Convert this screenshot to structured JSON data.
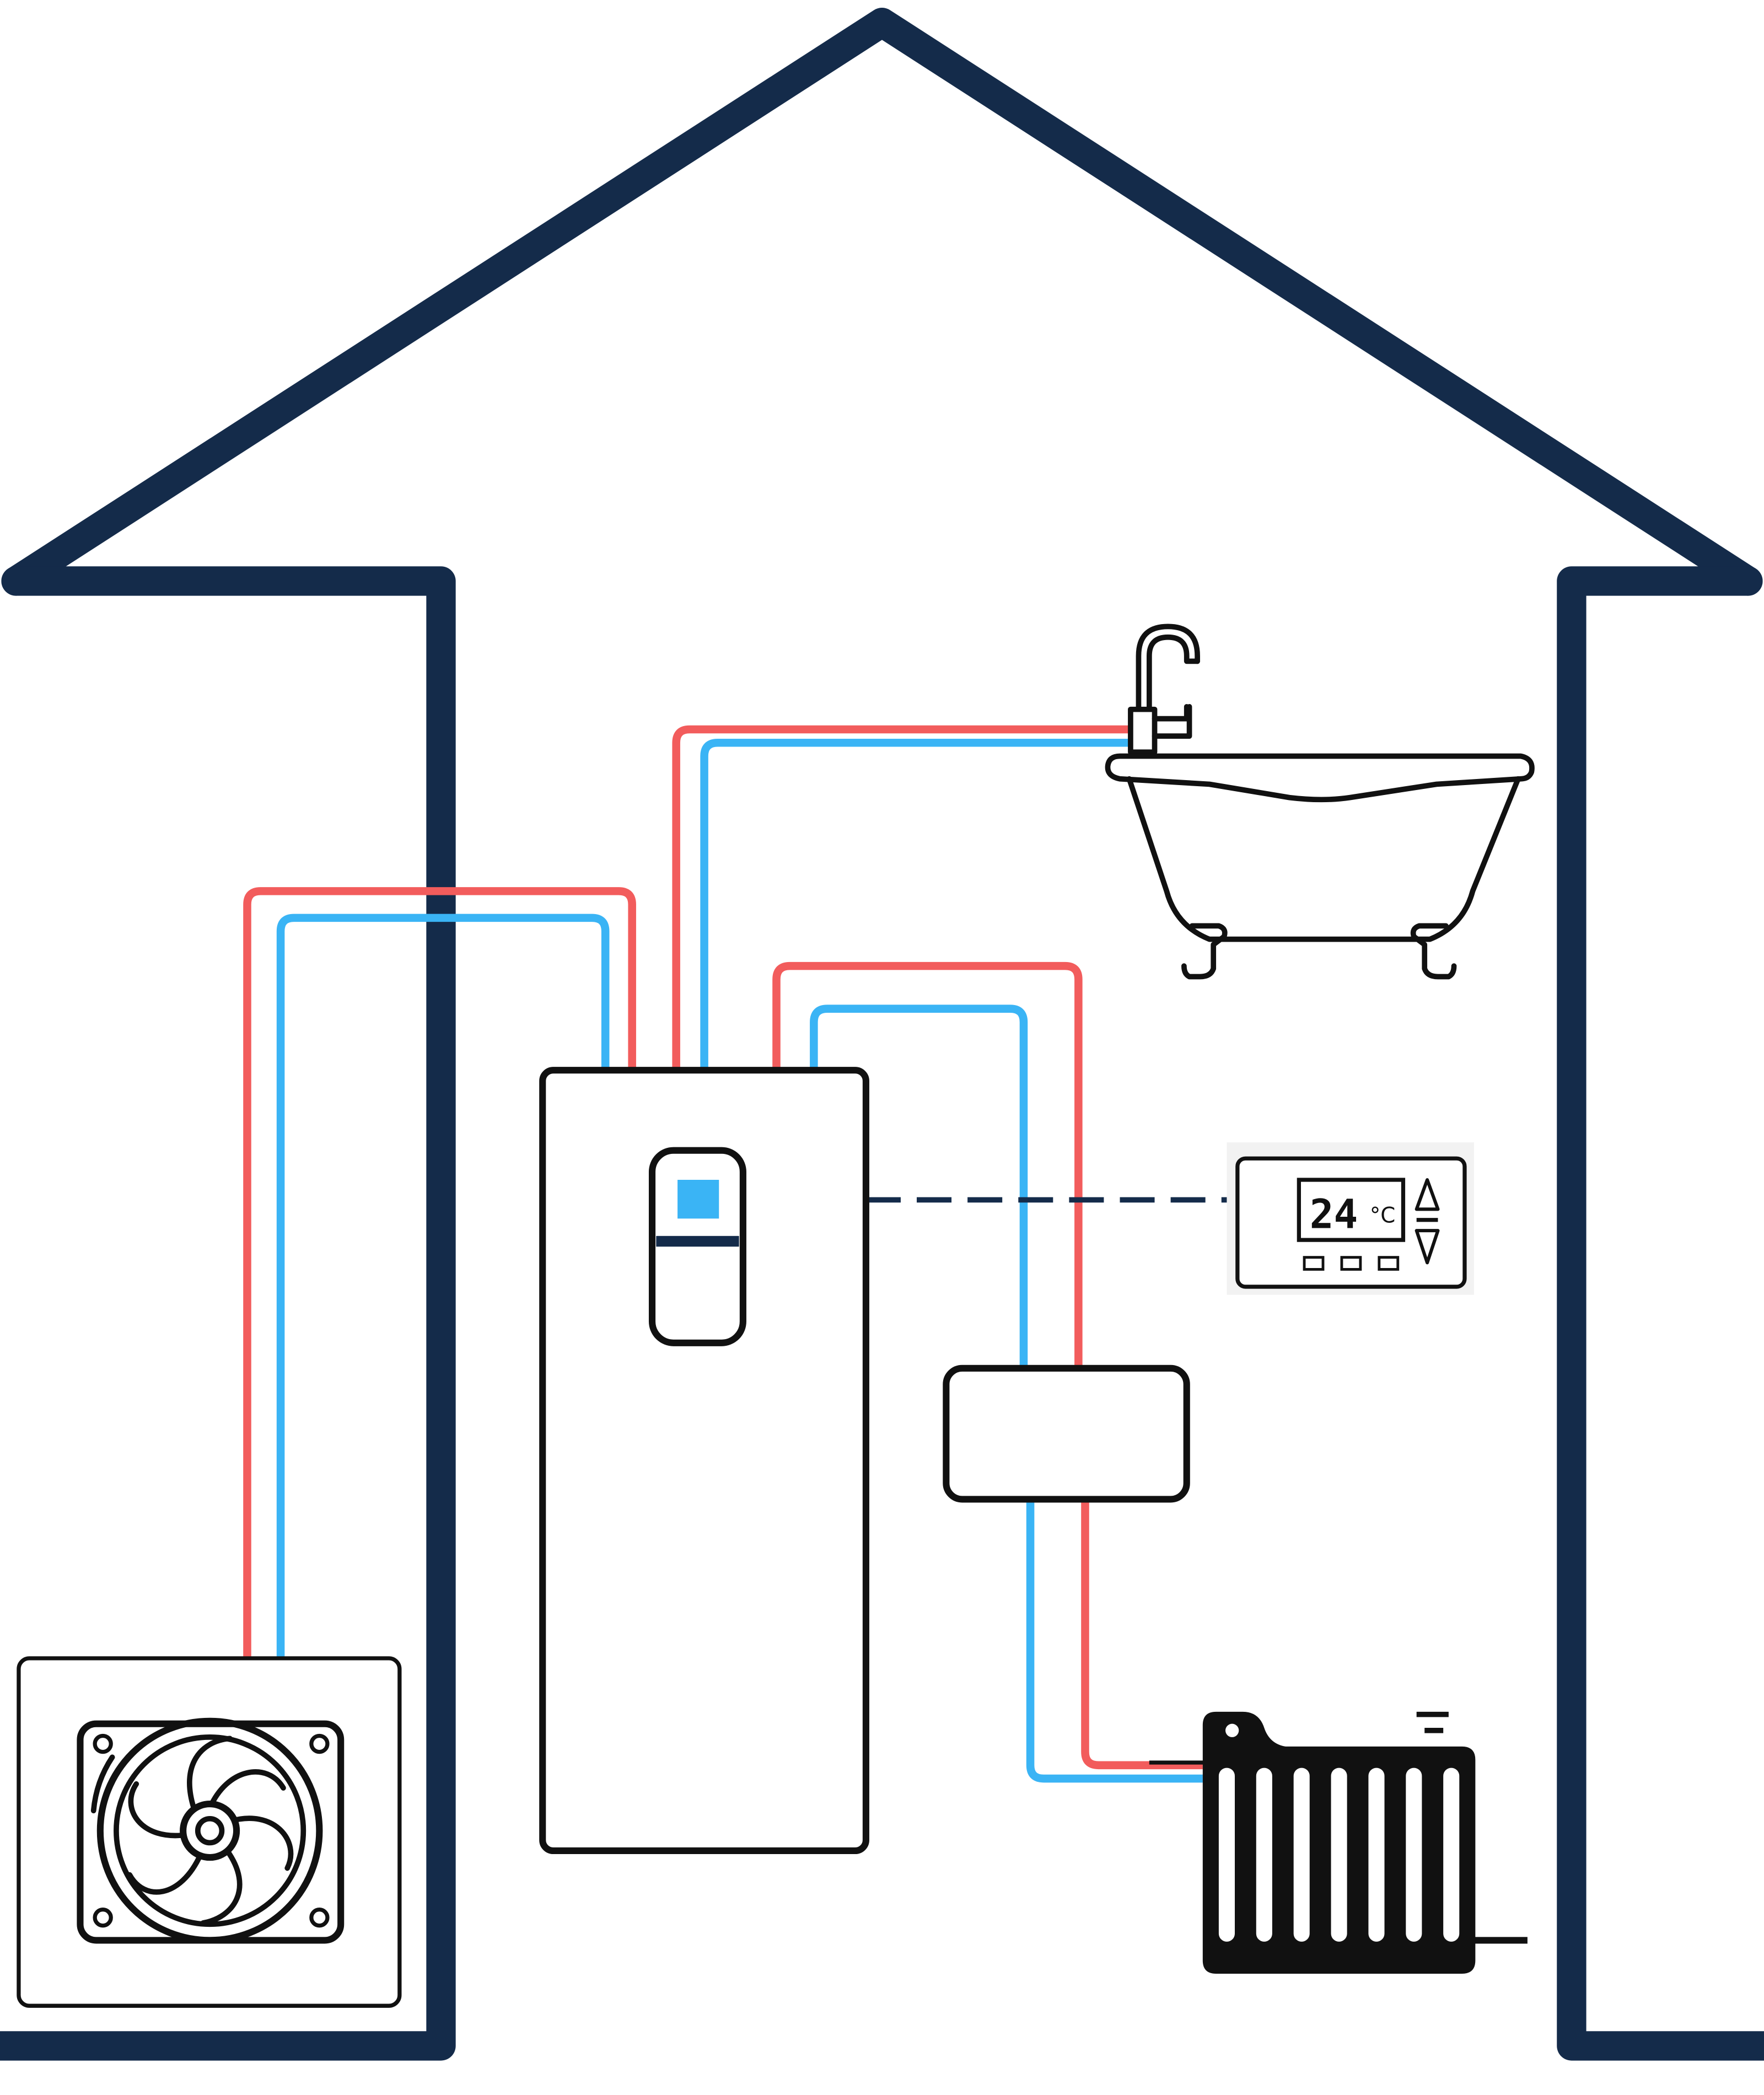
{
  "colors": {
    "house_outline": "#142b4a",
    "hot_pipe": "#f25c5c",
    "cold_pipe": "#3ab4f5",
    "device_stroke": "#111111",
    "controller_screen": "#3ab4f5",
    "background": "#ffffff"
  },
  "icons": {
    "house": "house-outline-icon",
    "heat_pump": "heat-pump-fan-icon",
    "cylinder": "hot-water-cylinder-icon",
    "bathtub": "bathtub-icon",
    "thermostat": "thermostat-icon",
    "manifold": "mixing-unit-icon",
    "radiator": "radiator-icon",
    "up_arrow": "triangle-up-icon",
    "down_arrow": "triangle-down-icon"
  },
  "thermostat": {
    "temperature": "24",
    "unit": "°C"
  },
  "links": {
    "thermostat_to_cylinder": "dashed-control-wire"
  }
}
